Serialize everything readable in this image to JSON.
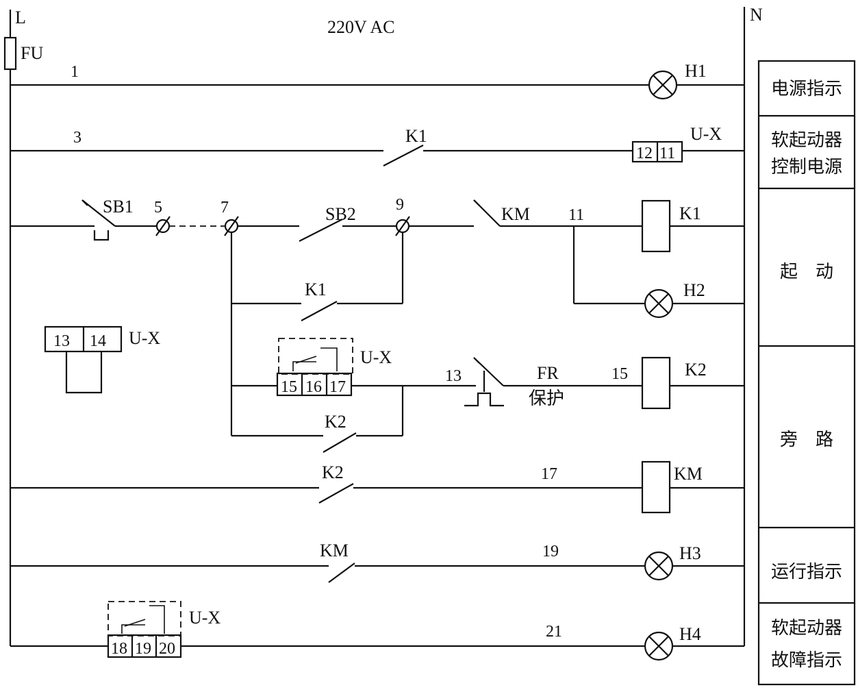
{
  "rails": {
    "line": "L",
    "neutral": "N",
    "supply": "220V AC",
    "fuse": "FU"
  },
  "wire_numbers": [
    "1",
    "3",
    "5",
    "7",
    "9",
    "11",
    "13",
    "15",
    "17",
    "19",
    "21"
  ],
  "components": {
    "lamp_h1": "H1",
    "lamp_h2": "H2",
    "lamp_h3": "H3",
    "lamp_h4": "H4",
    "coil_k1": "K1",
    "coil_k2": "K2",
    "coil_km": "KM",
    "contact_k1_row3": "K1",
    "contact_k1_hold": "K1",
    "contact_k2_hold": "K2",
    "contact_k2_row7": "K2",
    "contact_km_nc": "KM",
    "contact_km_row8": "KM",
    "sb1": "SB1",
    "sb2": "SB2",
    "fr": "FR",
    "fr_note": "保护"
  },
  "soft_starter": {
    "name": "U-X",
    "terminals_power": [
      "12",
      "11"
    ],
    "terminals_relay_a": [
      "13",
      "14"
    ],
    "terminals_relay_b": [
      "15",
      "16",
      "17"
    ],
    "terminals_relay_c": [
      "18",
      "19",
      "20"
    ]
  },
  "sections": [
    {
      "lines": [
        "电源指示"
      ]
    },
    {
      "lines": [
        "软起动器",
        "控制电源"
      ]
    },
    {
      "lines": [
        "起　动"
      ]
    },
    {
      "lines": [
        "旁　路"
      ]
    },
    {
      "lines": [
        "运行指示"
      ]
    },
    {
      "lines": [
        "软起动器",
        "故障指示"
      ]
    }
  ]
}
